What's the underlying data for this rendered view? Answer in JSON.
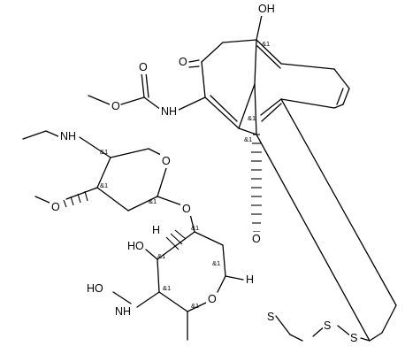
{
  "atoms": {
    "oh_top": "OH",
    "o_ketone": "O",
    "o_carbamate_dbl": "O",
    "o_carbamate_ester": "O",
    "nh_carbamate": "NH",
    "nh_ethyl": "NH",
    "o_ring1": "O",
    "o_methoxy": "O",
    "o_glyco1": "O",
    "o_glyco2": "O",
    "o_ring2": "O",
    "ho_sugar": "HO",
    "hoo_hydroxylamine": "HO",
    "nh_hydroxylamine": "NH",
    "h_anomeric1": "H",
    "h_anomeric2": "H",
    "s1": "S",
    "s2": "S",
    "s3": "S"
  },
  "stereo_label": "&1"
}
